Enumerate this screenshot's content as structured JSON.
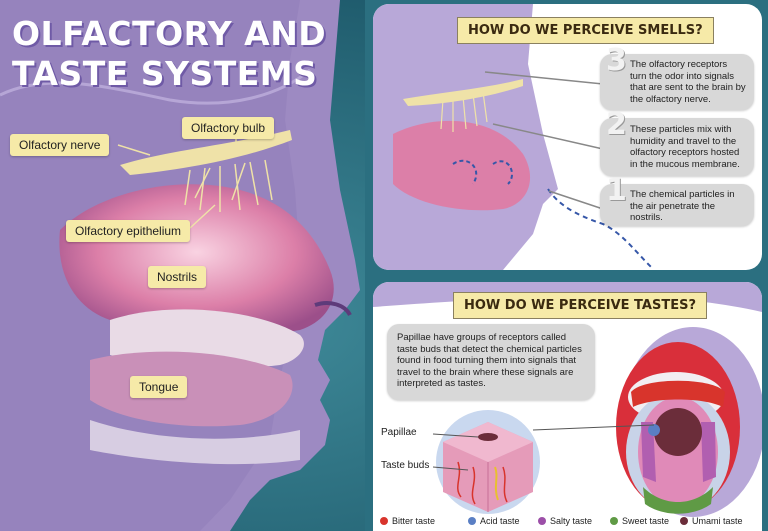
{
  "title": {
    "line1": "OLFACTORY AND",
    "line2": "TASTE SYSTEMS"
  },
  "labels": {
    "olfactory_nerve": "Olfactory nerve",
    "olfactory_bulb": "Olfactory bulb",
    "olfactory_epithelium": "Olfactory epithelium",
    "nostrils": "Nostrils",
    "tongue": "Tongue"
  },
  "smell_panel": {
    "title": "HOW DO WE PERCEIVE SMELLS?",
    "steps": [
      {
        "number": "3",
        "text": "The olfactory receptors turn the odor into signals that are sent to the brain by the olfactory nerve."
      },
      {
        "number": "2",
        "text": "These particles mix with humidity and travel to the olfactory receptors hosted in the mucous membrane."
      },
      {
        "number": "1",
        "text": "The chemical particles in the air penetrate the nostrils."
      }
    ]
  },
  "taste_panel": {
    "title": "HOW DO WE PERCEIVE TASTES?",
    "description": "Papillae have groups of receptors called taste buds that detect the chemical particles found in food turning them into signals that travel to the brain where these signals are interpreted as tastes.",
    "papillae_label": "Papillae",
    "taste_buds_label": "Taste buds"
  },
  "legend": [
    {
      "label": "Bitter taste",
      "color": "#d8342c"
    },
    {
      "label": "Acid taste",
      "color": "#5a7fc4"
    },
    {
      "label": "Salty taste",
      "color": "#9c4fa8"
    },
    {
      "label": "Sweet taste",
      "color": "#5f9a45"
    },
    {
      "label": "Umami taste",
      "color": "#6b2d3a"
    }
  ],
  "colors": {
    "label_bg": "#f6eaa8",
    "face": "#9d8ac2",
    "background": "#1d5f72"
  }
}
